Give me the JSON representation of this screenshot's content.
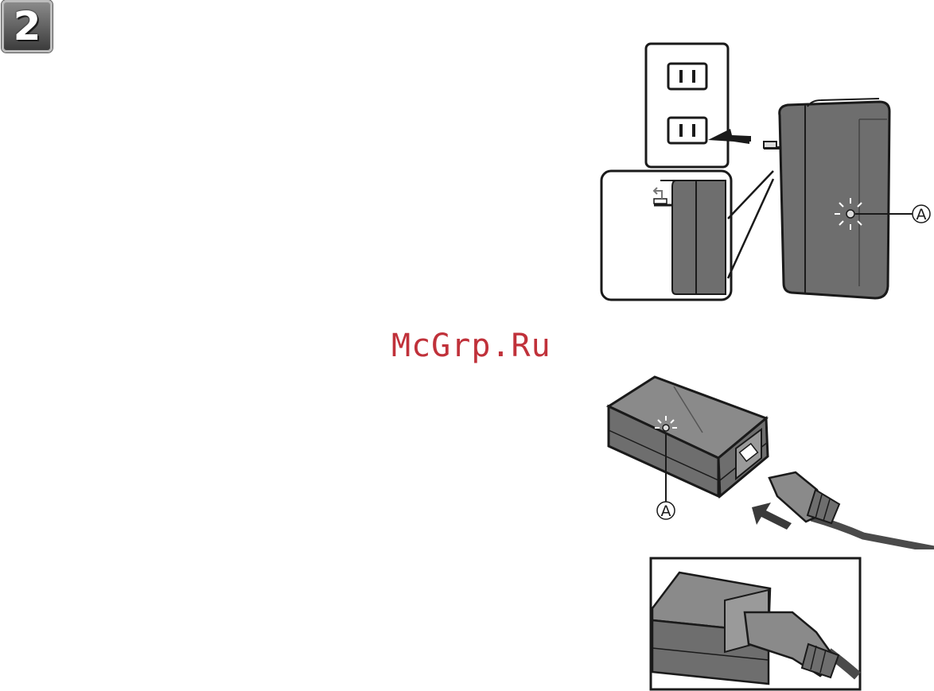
{
  "step": {
    "number": "2"
  },
  "watermark": {
    "text": "McGrp.Ru"
  },
  "callouts": {
    "led_label": "A"
  },
  "colors": {
    "badge_bg": "#5a5a5a",
    "watermark": "#c0313a",
    "device_body": "#6e6e6e",
    "device_top": "#8a8a8a"
  }
}
